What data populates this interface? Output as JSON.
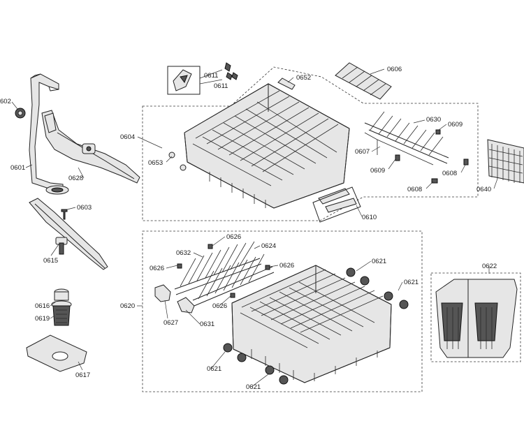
{
  "labels": {
    "p0602": "602",
    "p0601": "0601",
    "p0628": "0628",
    "p0603": "0603",
    "p0615": "0615",
    "p0616": "0616",
    "p0619": "0619",
    "p0617": "0617",
    "p0611a": "0611",
    "p0611b": "0611",
    "p0652": "0652",
    "p0606": "0606",
    "p0604": "0604",
    "p0653": "0653",
    "p0630": "0630",
    "p0609a": "0609",
    "p0607": "0607",
    "p0609b": "0609",
    "p0608a": "0608",
    "p0608b": "0608",
    "p0640": "0640",
    "p0610": "0610",
    "p0626a": "0626",
    "p0632": "0632",
    "p0624": "0624",
    "p0626b": "0626",
    "p0626c": "0626",
    "p0621a": "0621",
    "p0621b": "0621",
    "p0622": "0622",
    "p0620": "0620",
    "p0626d": "0626",
    "p0627": "0627",
    "p0631": "0631",
    "p0621c": "0621",
    "p0621d": "0621"
  }
}
